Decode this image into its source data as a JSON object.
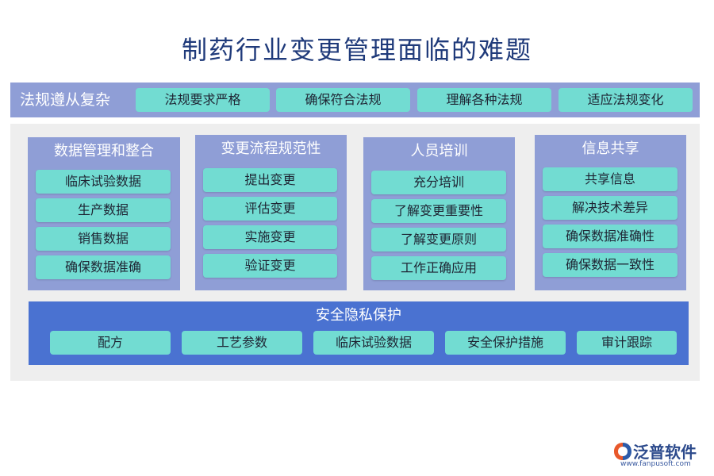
{
  "title": "制药行业变更管理面临的难题",
  "regulatory": {
    "label": "法规遵从复杂",
    "items": [
      "法规要求严格",
      "确保符合法规",
      "理解各种法规",
      "适应法规变化"
    ]
  },
  "columns": [
    {
      "title": "数据管理和整合",
      "items": [
        "临床试验数据",
        "生产数据",
        "销售数据",
        "确保数据准确"
      ]
    },
    {
      "title": "变更流程规范性",
      "items": [
        "提出变更",
        "评估变更",
        "实施变更",
        "验证变更"
      ]
    },
    {
      "title": "人员培训",
      "items": [
        "充分培训",
        "了解变更重要性",
        "了解变更原则",
        "工作正确应用"
      ]
    },
    {
      "title": "信息共享",
      "items": [
        "共享信息",
        "解决技术差异",
        "确保数据准确性",
        "确保数据一致性"
      ]
    }
  ],
  "security": {
    "title": "安全隐私保护",
    "items": [
      "配方",
      "工艺参数",
      "临床试验数据",
      "安全保护措施",
      "审计跟踪"
    ]
  },
  "logo": {
    "name": "泛普软件",
    "url": "www.fanpusoft.com",
    "icon": "fanpu-logo-icon"
  },
  "colors": {
    "title": "#1f3a7a",
    "panel": "#8f9ed6",
    "item": "#72dcd2",
    "security": "#4a72d1",
    "background_panel": "#eeeeee"
  }
}
